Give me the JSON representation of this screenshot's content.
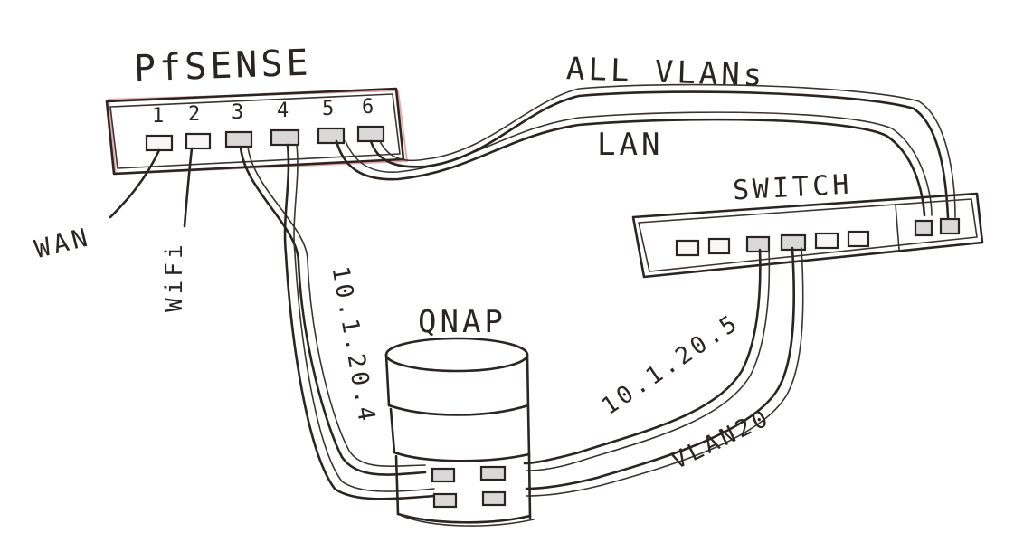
{
  "pfsense": {
    "title": "PfSENSE",
    "ports": [
      "1",
      "2",
      "3",
      "4",
      "5",
      "6"
    ]
  },
  "switch": {
    "title": "SWITCH"
  },
  "qnap": {
    "title": "QNAP"
  },
  "links": {
    "wan": "WAN",
    "wifi": "WiFi",
    "lan": "LAN",
    "all_vlans": "ALL VLANs",
    "qnap_ip_1": "10.1.20.4",
    "qnap_ip_2": "10.1.20.5",
    "vlan": "VLAN20"
  },
  "colors": {
    "ink": "#2a2522",
    "pfsense_outline_accent": "#e8a9a9",
    "paper": "#ffffff"
  }
}
